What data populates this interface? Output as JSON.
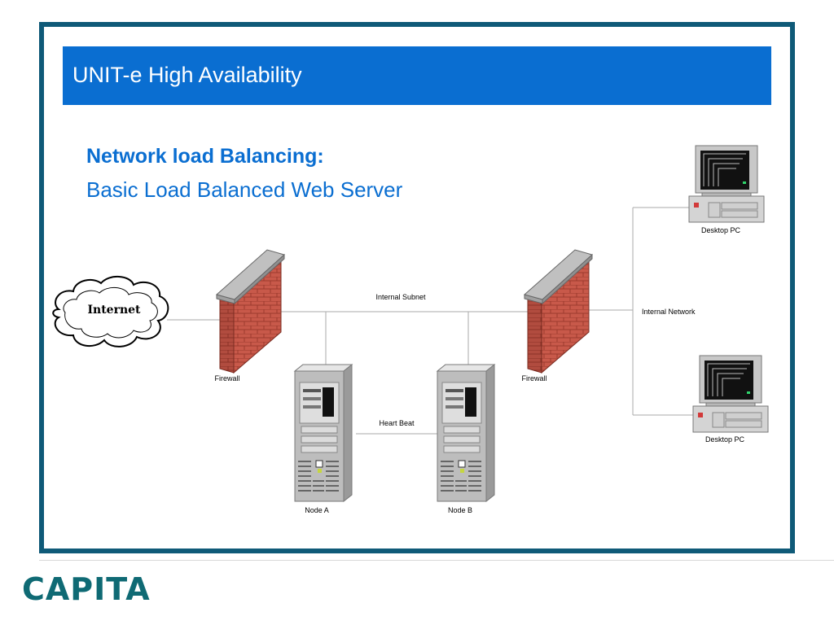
{
  "title": "UNIT-e High Availability",
  "heading": {
    "line1": "Network load Balancing:",
    "line2": "Basic Load Balanced Web Server"
  },
  "diagram": {
    "internet": "Internet",
    "firewall_left": "Firewall",
    "firewall_right": "Firewall",
    "internal_subnet": "Internal Subnet",
    "internal_network": "Internal Network",
    "heart_beat": "Heart Beat",
    "node_a": "Node A",
    "node_b": "Node B",
    "desktop_top": "Desktop PC",
    "desktop_bottom": "Desktop PC"
  },
  "logo": "CAPITA",
  "colors": {
    "frame": "#0f5a78",
    "title_bar": "#0a6ed1",
    "brick": "#c8594a",
    "logo": "#0f6a74"
  }
}
